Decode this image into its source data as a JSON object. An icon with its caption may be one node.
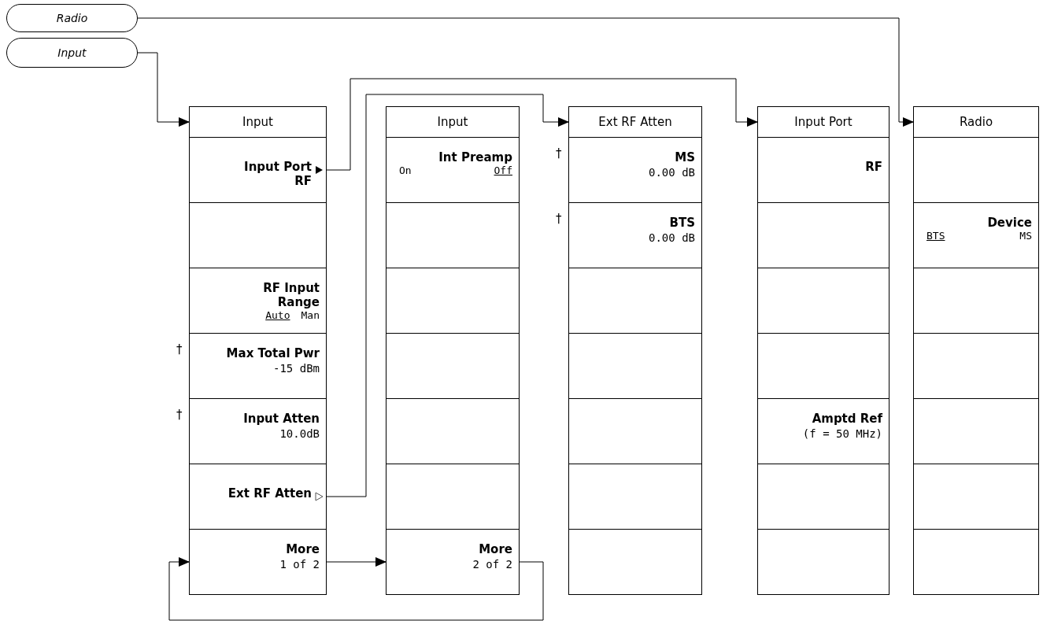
{
  "diagram": {
    "nodes": [
      {
        "text": [
          "Radio"
        ]
      },
      {
        "text": [
          "Input"
        ]
      },
      {
        "text": [
          "Input"
        ]
      },
      {
        "text": [
          "Input Port RF"
        ],
        "in": 2
      },
      {
        "text": [],
        "shape": "box",
        "in": 2
      },
      {
        "text": [
          "RF Input Range",
          "Auto",
          "Man"
        ],
        "in": 2
      },
      {
        "text": [
          "Max Total Pwr",
          "-15 dBm"
        ],
        "beside": [
          "†"
        ],
        "in": 2
      },
      {
        "text": [
          "Input Atten",
          "10.0dB"
        ],
        "beside": [
          "†"
        ],
        "in": 2
      },
      {
        "text": [
          "Ext RF Atten"
        ],
        "in": 2
      },
      {
        "text": [
          "More",
          "1 of 2"
        ],
        "in": 2
      },
      {
        "text": [
          "Input"
        ]
      },
      {
        "text": [
          "Int Preamp",
          "On",
          "Off"
        ],
        "in": 10
      },
      {
        "text": [],
        "shape": "box",
        "in": 10
      },
      {
        "text": [],
        "shape": "box",
        "in": 10
      },
      {
        "text": [],
        "shape": "box",
        "in": 10
      },
      {
        "text": [],
        "shape": "box",
        "in": 10
      },
      {
        "text": [],
        "shape": "box",
        "in": 10
      },
      {
        "text": [
          "More",
          "2 of 2"
        ],
        "in": 10
      },
      {
        "text": [
          "Ext RF Atten"
        ]
      },
      {
        "text": [
          "MS",
          "0.00 dB"
        ],
        "beside": [
          "†"
        ],
        "in": 18
      },
      {
        "text": [
          "BTS",
          "0.00 dB"
        ],
        "beside": [
          "†"
        ],
        "in": 18
      },
      {
        "text": [],
        "shape": "box",
        "in": 18
      },
      {
        "text": [],
        "shape": "box",
        "in": 18
      },
      {
        "text": [],
        "shape": "box",
        "in": 18
      },
      {
        "text": [],
        "shape": "box",
        "in": 18
      },
      {
        "text": [],
        "shape": "box",
        "in": 18
      },
      {
        "text": [
          "Input Port"
        ]
      },
      {
        "text": [
          "RF"
        ],
        "in": 26
      },
      {
        "text": [],
        "shape": "box",
        "in": 26
      },
      {
        "text": [],
        "shape": "box",
        "in": 26
      },
      {
        "text": [],
        "shape": "box",
        "in": 26
      },
      {
        "text": [
          "Amptd Ref",
          "(f = 50 MHz)"
        ],
        "in": 26
      },
      {
        "text": [],
        "shape": "box",
        "in": 26
      },
      {
        "text": [],
        "shape": "box",
        "in": 26
      },
      {
        "text": [
          "Radio"
        ]
      },
      {
        "text": [],
        "shape": "box",
        "in": 34
      },
      {
        "text": [
          "Device",
          "BTS",
          "MS"
        ],
        "in": 34
      },
      {
        "text": [],
        "shape": "box",
        "in": 34
      },
      {
        "text": [],
        "shape": "box",
        "in": 34
      },
      {
        "text": [],
        "shape": "box",
        "in": 34
      },
      {
        "text": [],
        "shape": "box",
        "in": 34
      },
      {
        "text": [],
        "shape": "box",
        "in": 34
      }
    ],
    "edges": [
      {
        "from": 0,
        "to": 34,
        "arrow": "to"
      },
      {
        "from": 1,
        "to": 2,
        "arrow": "to"
      },
      {
        "from": 3,
        "to": 26,
        "arrow": "to"
      },
      {
        "from": 8,
        "to": 18,
        "arrow": "to"
      },
      {
        "from": 9,
        "to": 17,
        "arrow": "to"
      },
      {
        "from": 17,
        "to": 9,
        "arrow": "to"
      }
    ]
  }
}
